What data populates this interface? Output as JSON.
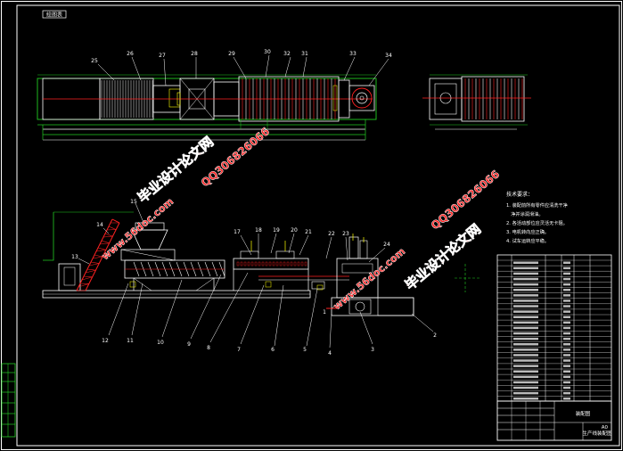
{
  "drawing": {
    "title_tab": "绘图表",
    "top_view_callouts": [
      "25",
      "26",
      "27",
      "28",
      "29",
      "30",
      "32",
      "31",
      "33",
      "34"
    ],
    "front_view_callouts": [
      "15",
      "14",
      "13",
      "12",
      "11",
      "10",
      "9",
      "8",
      "7",
      "6",
      "5",
      "4",
      "3",
      "2",
      "17",
      "18",
      "19",
      "20",
      "21",
      "22",
      "23",
      "24",
      "1"
    ],
    "tech_notes": {
      "heading": "技术要求：",
      "lines": [
        "1. 装配前所有零件应清洗干净",
        " 净并涂润滑油。",
        "2. 各活动部位应灵活无卡阻。",
        "3. 电机转向应正确。",
        "4. 试车运转应平稳。"
      ]
    },
    "title_block": {
      "drawing_name": "装配图",
      "sheet_size": "A0",
      "product_name": "生产线装配图"
    }
  },
  "watermarks": {
    "site_cn": "毕业设计论文网",
    "qq": "QQ306826066",
    "url": "www.56doc.com"
  }
}
